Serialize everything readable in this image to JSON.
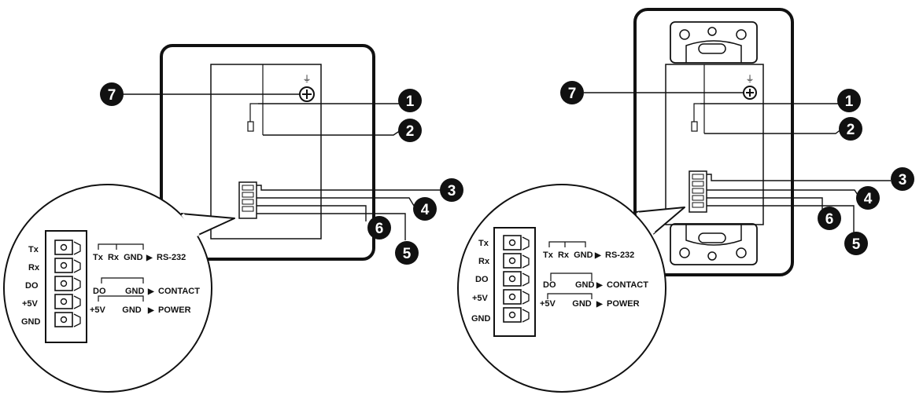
{
  "colors": {
    "ink": "#111111",
    "paper": "#ffffff",
    "line": "#222222"
  },
  "left_panel": {
    "callouts": [
      "7",
      "1",
      "2",
      "3",
      "4",
      "6",
      "5"
    ],
    "ground_symbol": "⏚",
    "pins": [
      "Tx",
      "Rx",
      "DO",
      "+5V",
      "GND"
    ],
    "buses": [
      {
        "pins": "Tx  Rx  GND",
        "arrow": "▶",
        "label": "RS-232"
      },
      {
        "pins": "DO        GND",
        "arrow": "▶",
        "label": "CONTACT"
      },
      {
        "pins": "+5V       GND",
        "arrow": "▶",
        "label": "POWER"
      }
    ]
  },
  "right_panel": {
    "callouts": [
      "7",
      "1",
      "2",
      "3",
      "4",
      "6",
      "5"
    ],
    "ground_symbol": "⏚",
    "pins": [
      "Tx",
      "Rx",
      "DO",
      "+5V",
      "GND"
    ],
    "buses": [
      {
        "pins": "Tx  Rx  GND",
        "arrow": "▶",
        "label": "RS-232"
      },
      {
        "pins": "DO        GND",
        "arrow": "▶",
        "label": "CONTACT"
      },
      {
        "pins": "+5V       GND",
        "arrow": "▶",
        "label": "POWER"
      }
    ]
  }
}
